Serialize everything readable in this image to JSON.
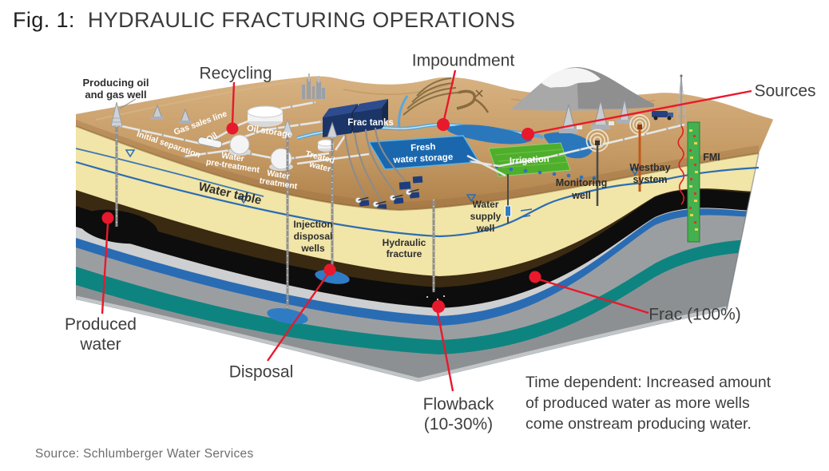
{
  "figure": {
    "label": "Fig. 1:",
    "title": "HYDRAULIC FRACTURING OPERATIONS"
  },
  "source_note": "Source: Schlumberger Water Services",
  "caption": {
    "line1": "Time dependent: Increased amount",
    "line2": "of produced water as more wells",
    "line3": "come onstream producing water."
  },
  "callouts": {
    "recycling": "Recycling",
    "impoundment": "Impoundment",
    "sources": "Sources",
    "produced_water_line1": "Produced",
    "produced_water_line2": "water",
    "disposal": "Disposal",
    "flowback_line1": "Flowback",
    "flowback_line2": "(10-30%)",
    "frac": "Frac (100%)"
  },
  "diagram_labels": {
    "producing_well_line1": "Producing oil",
    "producing_well_line2": "and gas well",
    "gas_sales_line": "Gas sales line",
    "initial_separation": "Initial separation",
    "oil": "Oil",
    "oil_storage": "Oil storage",
    "water_pretreatment_line1": "Water",
    "water_pretreatment_line2": "pre-treatment",
    "water_treatment_line1": "Water",
    "water_treatment_line2": "treatment",
    "treated_water_line1": "Treated",
    "treated_water_line2": "water",
    "frac_tanks": "Frac tanks",
    "fresh_water_storage_line1": "Fresh",
    "fresh_water_storage_line2": "water storage",
    "irrigation": "Irrigation",
    "water_table": "Water table",
    "injection_wells_line1": "Injection",
    "injection_wells_line2": "disposal",
    "injection_wells_line3": "wells",
    "hydraulic_fracture_line1": "Hydraulic",
    "hydraulic_fracture_line2": "fracture",
    "water_supply_well_line1": "Water",
    "water_supply_well_line2": "supply",
    "water_supply_well_line3": "well",
    "monitoring_well_line1": "Monitoring",
    "monitoring_well_line2": "well",
    "westbay_line1": "Westbay",
    "westbay_line2": "system",
    "fmi": "FMI"
  },
  "colors": {
    "annotation_red": "#e8192c",
    "terrain_tan": "#c59a64",
    "aquifer_yellow": "#f1e5a7",
    "water_blue": "#2a6cb3",
    "irrigation_green": "#4fae2b",
    "frac_tank_navy": "#1c3568",
    "teal_stratum": "#0e8480"
  }
}
